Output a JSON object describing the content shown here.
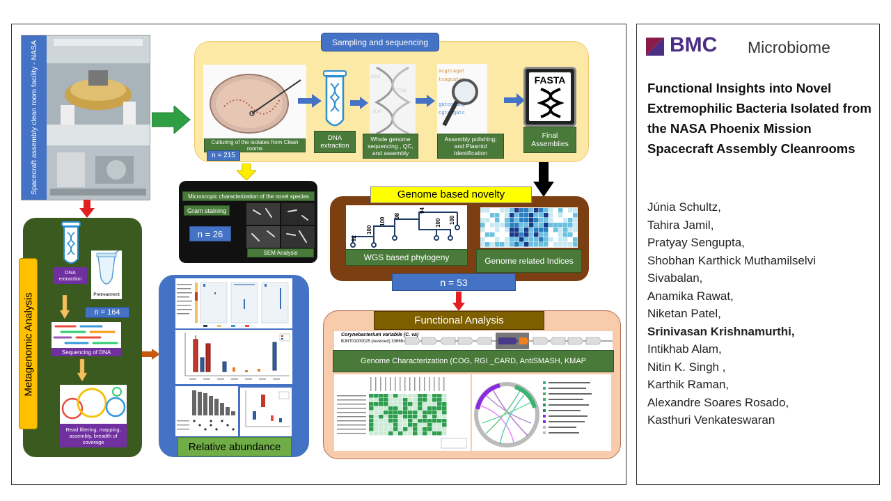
{
  "graphical_abstract": {
    "clean_room_caption": "Spacecraft assembly clean room facility - NASA",
    "sampling": {
      "title": "Sampling and sequencing",
      "steps": [
        "Culturing of the isolates from Clean rooms",
        "DNA extraction",
        "Whole genome sequencing , QC, and assembly",
        "Assembly polishing; and Plasmid Identification",
        "Final Assemblies"
      ],
      "n": "n = 215",
      "fasta_label": "FASTA"
    },
    "microscopy": {
      "title": "Microscopic characterization of the novel species",
      "gram": "Gram staining",
      "n": "n = 26",
      "sem": "SEM Analysis"
    },
    "genome_novelty": {
      "title": "Genome based novelty",
      "phylogeny": "WGS based phylogeny",
      "indices": "Genome related Indices",
      "n": "n = 53",
      "bootstrap_values": [
        "92",
        "100",
        "100",
        "98",
        "94",
        "100",
        "100"
      ]
    },
    "functional": {
      "title": "Functional Analysis",
      "species": "Corynebacterium variabile (C. va)",
      "contig": "BJNT01000025 (reversed) 33666-1",
      "characterization": "Genome Characterization (COG, RGI _CARD, AntiSMASH, KMAP"
    },
    "metagenomic": {
      "title": "Metagenomic Analysis",
      "dna": "DNA extraction",
      "pretreatment": "Pretreatment",
      "n": "n = 164",
      "sequencing": "Sequencing of DNA",
      "read_filtering": "Read filtering, mapping, assembly, breadth of coverage"
    },
    "relative_abundance": "Relative abundance"
  },
  "journal": {
    "publisher": "BMC",
    "name": "Microbiome",
    "title": "Functional Insights into Novel Extremophilic Bacteria Isolated from the NASA Phoenix Mission Spacecraft Assembly Cleanrooms",
    "authors": [
      "Júnia Schultz,",
      "Tahira Jamil,",
      "Pratyay Sengupta,",
      "Shobhan Karthick Muthamilselvi",
      "Sivabalan,",
      "Anamika Rawat,",
      "Niketan Patel,",
      "Srinivasan  Krishnamurthi,",
      "Intikhab Alam,",
      "Nitin K. Singh ,",
      "Karthik Raman,",
      "Alexandre Soares Rosado,",
      "Kasthuri Venkateswaran"
    ]
  },
  "colors": {
    "sampling_bg": "#fde9a6",
    "metagenomic_bg": "#3b5a1f",
    "novelty_bg": "#7b3f12",
    "functional_bg": "#f8cbad",
    "abundance_bg": "#4472c4",
    "bmc_purple": "#4b2e83"
  }
}
